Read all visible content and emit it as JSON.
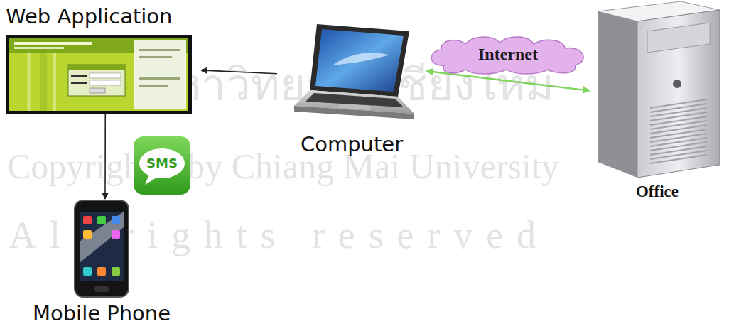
{
  "diagram": {
    "nodes": [
      {
        "text": [
          "Web Application"
        ]
      },
      {
        "text": [
          "Computer"
        ]
      },
      {
        "text": [
          "Office"
        ]
      },
      {
        "text": [
          "SMS"
        ]
      },
      {
        "text": [
          "Mobile Phone"
        ]
      }
    ],
    "edges": [
      {
        "from": 1,
        "to": 0,
        "arrow": "to"
      },
      {
        "from": 0,
        "to": 4,
        "arrow": "to"
      },
      {
        "from": 1,
        "to": 2,
        "label": "Internet",
        "arrow": "both"
      }
    ],
    "labels": [
      "ลิขสิทธิ์มหาวิทยาลัยเชียงใหม่",
      "Copyright© by Chiang Mai University",
      "All rights reserved"
    ]
  }
}
